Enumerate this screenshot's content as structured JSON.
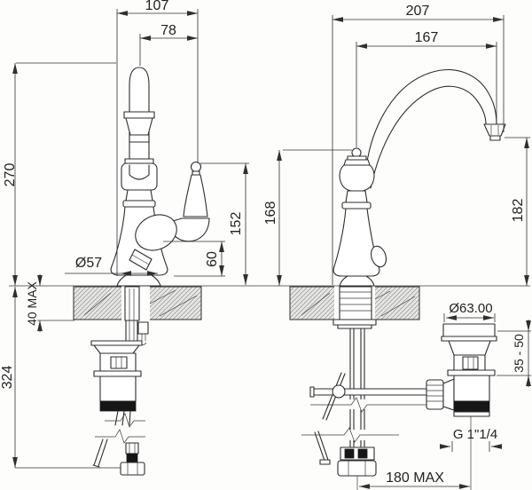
{
  "drawing": {
    "left_view": {
      "total_width": "107",
      "spout_offset": "78",
      "spout_top_height": "270",
      "handle_top_height": "152",
      "outlet_height": "60",
      "base_diameter": "Ø57",
      "deck_thickness_max": "40 MAX",
      "under_counter_depth": "324"
    },
    "right_view": {
      "total_width": "207",
      "spout_reach": "167",
      "body_height": "168",
      "outlet_spout_height": "182",
      "waste_flange_diameter": "Ø63.00",
      "deck_range": "35 - 50",
      "waste_thread": "G 1\"1/4",
      "max_drain_offset": "180 MAX"
    }
  }
}
